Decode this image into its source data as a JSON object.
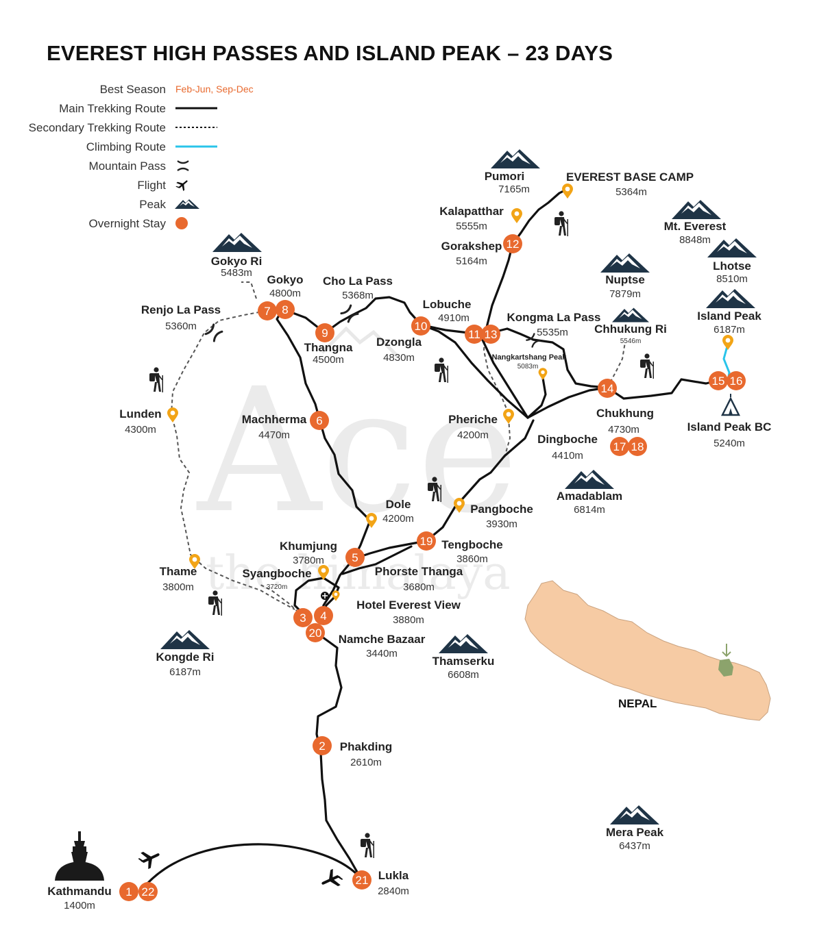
{
  "title": "EVEREST HIGH PASSES AND ISLAND PEAK – 23 DAYS",
  "legend": {
    "best_season_label": "Best Season",
    "best_season_value": "Feb-Jun, Sep-Dec",
    "main_route": "Main Trekking Route",
    "secondary_route": "Secondary Trekking Route",
    "climbing_route": "Climbing Route",
    "mountain_pass": "Mountain Pass",
    "flight": "Flight",
    "peak": "Peak",
    "overnight_stay": "Overnight Stay"
  },
  "watermark": {
    "main": "Ace",
    "sub": "the himalaya"
  },
  "colors": {
    "route": "#111111",
    "climb": "#29c4ea",
    "stay": "#e8692e",
    "pin": "#f2a416",
    "peak": "#1f3446",
    "nepal_fill": "#f6cba4",
    "nepal_marker": "#8ca36c"
  },
  "places": {
    "everest_bc": {
      "name": "EVEREST BASE CAMP",
      "elev": "5364m"
    },
    "pumori": {
      "name": "Pumori",
      "elev": "7165m"
    },
    "kalapatthar": {
      "name": "Kalapatthar",
      "elev": "5555m"
    },
    "gorakshep": {
      "name": "Gorakshep",
      "elev": "5164m"
    },
    "mt_everest": {
      "name": "Mt. Everest",
      "elev": "8848m"
    },
    "lhotse": {
      "name": "Lhotse",
      "elev": "8510m"
    },
    "nuptse": {
      "name": "Nuptse",
      "elev": "7879m"
    },
    "island_peak": {
      "name": "Island Peak",
      "elev": "6187m"
    },
    "chhukung_ri": {
      "name": "Chhukung Ri",
      "elev": "5546m"
    },
    "kongma_la": {
      "name": "Kongma La Pass",
      "elev": "5535m"
    },
    "nangkartshang": {
      "name": "Nangkartshang Peak",
      "elev": "5083m"
    },
    "lobuche": {
      "name": "Lobuche",
      "elev": "4910m"
    },
    "cho_la": {
      "name": "Cho La Pass",
      "elev": "5368m"
    },
    "dzongla": {
      "name": "Dzongla",
      "elev": "4830m"
    },
    "gokyo_ri": {
      "name": "Gokyo Ri",
      "elev": "5483m"
    },
    "gokyo": {
      "name": "Gokyo",
      "elev": "4800m"
    },
    "renjo_la": {
      "name": "Renjo La Pass",
      "elev": "5360m"
    },
    "thangna": {
      "name": "Thangna",
      "elev": "4500m"
    },
    "chukhung": {
      "name": "Chukhung",
      "elev": "4730m"
    },
    "island_peak_bc": {
      "name": "Island Peak BC",
      "elev": "5240m"
    },
    "lunden": {
      "name": "Lunden",
      "elev": "4300m"
    },
    "machherma": {
      "name": "Machherma",
      "elev": "4470m"
    },
    "pheriche": {
      "name": "Pheriche",
      "elev": "4200m"
    },
    "dingboche": {
      "name": "Dingboche",
      "elev": "4410m"
    },
    "amadablam": {
      "name": "Amadablam",
      "elev": "6814m"
    },
    "dole": {
      "name": "Dole",
      "elev": "4200m"
    },
    "pangboche": {
      "name": "Pangboche",
      "elev": "3930m"
    },
    "khumjung": {
      "name": "Khumjung",
      "elev": "3780m"
    },
    "tengboche": {
      "name": "Tengboche",
      "elev": "3860m"
    },
    "phorste": {
      "name": "Phorste Thanga",
      "elev": "3680m"
    },
    "thame": {
      "name": "Thame",
      "elev": "3800m"
    },
    "syangboche": {
      "name": "Syangboche",
      "elev": "3720m"
    },
    "hotel_everest": {
      "name": "Hotel Everest View",
      "elev": "3880m"
    },
    "namche": {
      "name": "Namche Bazaar",
      "elev": "3440m"
    },
    "thamserku": {
      "name": "Thamserku",
      "elev": "6608m"
    },
    "kongde": {
      "name": "Kongde Ri",
      "elev": "6187m"
    },
    "phakding": {
      "name": "Phakding",
      "elev": "2610m"
    },
    "mera": {
      "name": "Mera Peak",
      "elev": "6437m"
    },
    "lukla": {
      "name": "Lukla",
      "elev": "2840m"
    },
    "kathmandu": {
      "name": "Kathmandu",
      "elev": "1400m"
    }
  },
  "nepal_label": "NEPAL",
  "stays": {
    "s1": "1",
    "s22": "22",
    "s21": "21",
    "s2": "2",
    "s3": "3",
    "s4": "4",
    "s20": "20",
    "s5": "5",
    "s19": "19",
    "s6": "6",
    "s7": "7",
    "s8": "8",
    "s9": "9",
    "s10": "10",
    "s11": "11",
    "s13": "13",
    "s12": "12",
    "s14": "14",
    "s15": "15",
    "s16": "16",
    "s17": "17",
    "s18": "18"
  }
}
